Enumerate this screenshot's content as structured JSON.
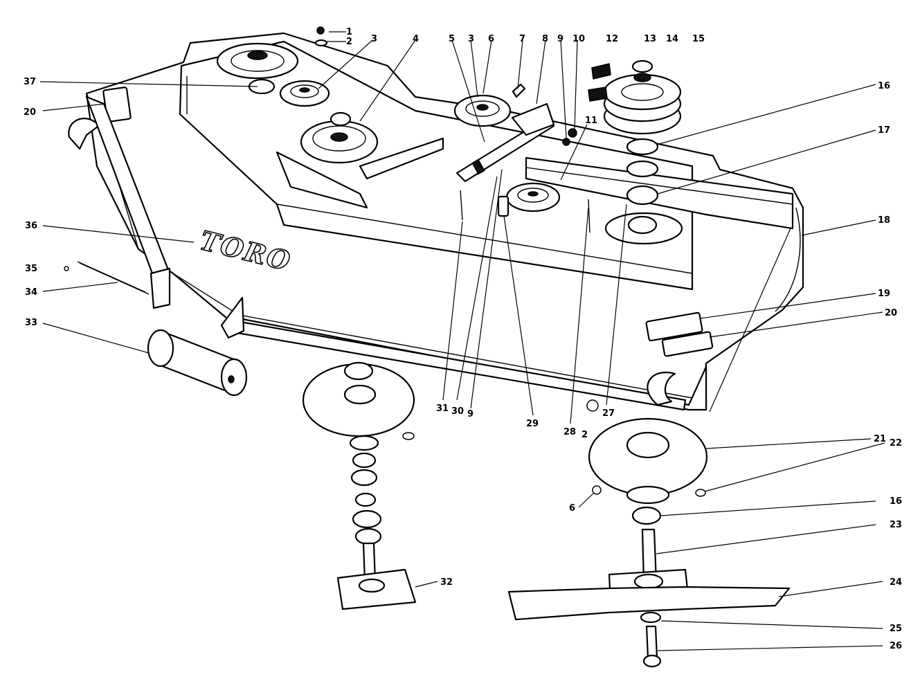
{
  "brand_text": "TORO",
  "callouts": [
    "1",
    "2",
    "3",
    "4",
    "5",
    "3",
    "6",
    "7",
    "8",
    "9",
    "10",
    "12",
    "13",
    "14",
    "15",
    "16",
    "11",
    "17",
    "37",
    "20",
    "36",
    "18",
    "35",
    "34",
    "19",
    "20",
    "33",
    "31",
    "30",
    "9",
    "29",
    "28",
    "2",
    "27",
    "21",
    "22",
    "6",
    "16",
    "23",
    "32",
    "24",
    "25",
    "26"
  ]
}
